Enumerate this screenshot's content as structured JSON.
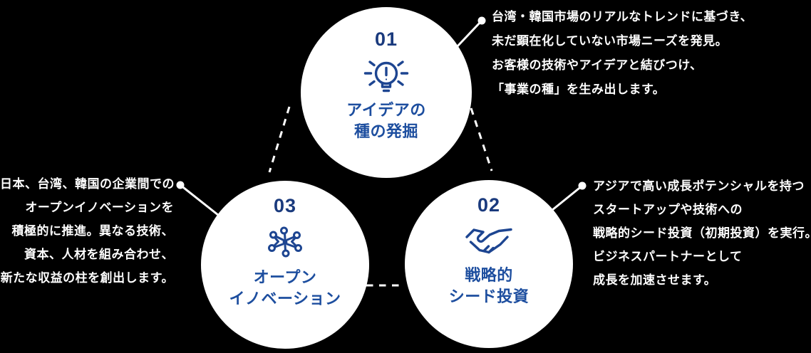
{
  "colors": {
    "background": "#000000",
    "circle_fill": "#ffffff",
    "number_blue": "#1a3a7d",
    "icon_blue": "#1d4591",
    "title_blue": "#1d4e9f",
    "annotation_text": "#ffffff",
    "connector_white": "#ffffff"
  },
  "circles": [
    {
      "number": "01",
      "icon": "lightbulb-exclamation-icon",
      "title_line1": "アイデアの",
      "title_line2": "種の発掘"
    },
    {
      "number": "02",
      "icon": "handshake-icon",
      "title_line1": "戦略的",
      "title_line2": "シード投資"
    },
    {
      "number": "03",
      "icon": "network-icon",
      "title_line1": "オープン",
      "title_line2": "イノベーション"
    }
  ],
  "annotations": {
    "idea_seed": {
      "lines": [
        "台湾・韓国市場のリアルなトレンドに基づき、",
        "未だ顕在化していない市場ニーズを発見。",
        "お客様の技術やアイデアと結びつけ、",
        "「事業の種」を生み出します。"
      ]
    },
    "open_innovation": {
      "lines": [
        "日本、台湾、韓国の企業間での",
        "オープンイノベーションを",
        "積極的に推進。異なる技術、",
        "資本、人材を組み合わせ、",
        "新たな収益の柱を創出します。"
      ]
    },
    "seed_investment": {
      "lines": [
        "アジアで高い成長ポテンシャルを持つ",
        "スタートアップや技術への",
        "戦略的シード投資（初期投資）を実行。",
        "ビジネスパートナーとして",
        "成長を加速させます。"
      ]
    }
  }
}
